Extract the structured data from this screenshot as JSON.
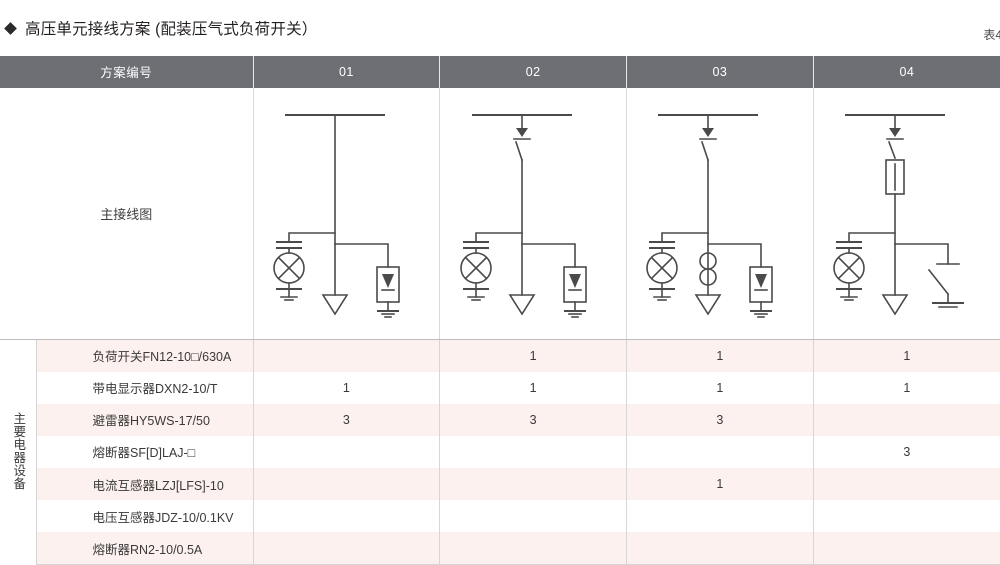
{
  "title": {
    "bullet_icon": "diamond-bullet-icon",
    "text": "高压单元接线方案 (配装压气式负荷开关）",
    "table_ref": "表4"
  },
  "table": {
    "header": {
      "row_label": "方案编号",
      "schemes": [
        "01",
        "02",
        "03",
        "04"
      ]
    },
    "diagram_row": {
      "label": "主接线图"
    },
    "group_label": "主要电器设备",
    "equipment": [
      {
        "name": "负荷开关FN12-10□/630A",
        "values": [
          "",
          "1",
          "1",
          "1"
        ]
      },
      {
        "name": "带电显示器DXN2-10/T",
        "values": [
          "1",
          "1",
          "1",
          "1"
        ]
      },
      {
        "name": "避雷器HY5WS-17/50",
        "values": [
          "3",
          "3",
          "3",
          ""
        ]
      },
      {
        "name": "熔断器SF[D]LAJ-□",
        "values": [
          "",
          "",
          "",
          "3"
        ]
      },
      {
        "name": "电流互感器LZJ[LFS]-10",
        "values": [
          "",
          "",
          "1",
          ""
        ]
      },
      {
        "name": "电压互感器JDZ-10/0.1KV",
        "values": [
          "",
          "",
          "",
          ""
        ]
      },
      {
        "name": "熔断器RN2-10/0.5A",
        "values": [
          "",
          "",
          "",
          ""
        ]
      }
    ]
  },
  "diagrams": [
    {
      "scheme": "01",
      "name": "single-line-diagram-01",
      "components": [
        "busbar",
        "voltage-indicator",
        "surge-arrester",
        "cable-terminal"
      ]
    },
    {
      "scheme": "02",
      "name": "single-line-diagram-02",
      "components": [
        "busbar",
        "load-switch",
        "voltage-indicator",
        "surge-arrester",
        "cable-terminal"
      ]
    },
    {
      "scheme": "03",
      "name": "single-line-diagram-03",
      "components": [
        "busbar",
        "load-switch",
        "current-transformer",
        "voltage-indicator",
        "surge-arrester",
        "cable-terminal"
      ]
    },
    {
      "scheme": "04",
      "name": "single-line-diagram-04",
      "components": [
        "busbar",
        "load-switch",
        "fuse",
        "voltage-indicator",
        "earthing-switch",
        "cable-terminal"
      ]
    }
  ],
  "colors": {
    "header_bg": "#6e6f74",
    "header_text": "#ffffff",
    "row_stripe": "#fdf1ef",
    "row_plain": "#ffffff",
    "line": "#4a4a4a",
    "text": "#3a3a3a"
  }
}
